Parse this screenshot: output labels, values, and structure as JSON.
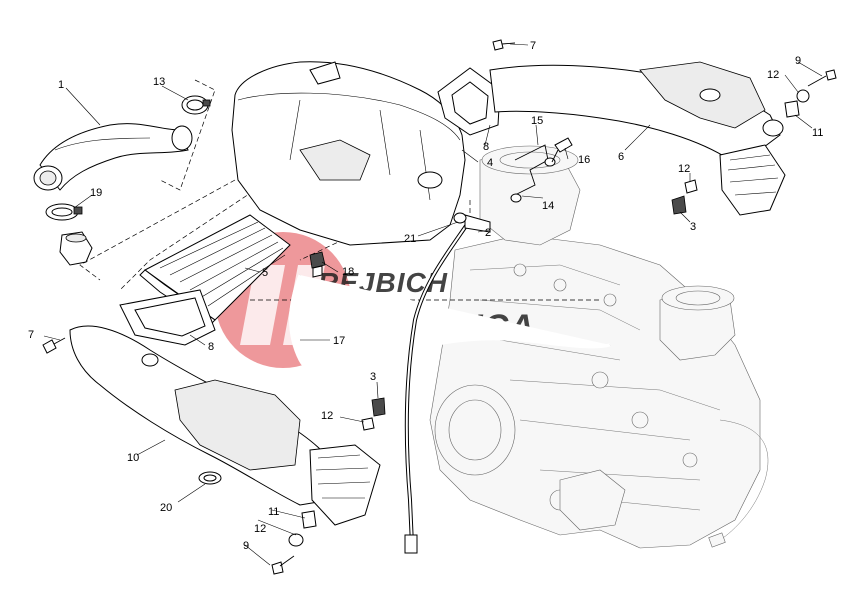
{
  "watermark": {
    "line1": "REJBICH",
    "line2": "MECCANICA",
    "color_red": "#e8767a",
    "color_dark": "#1c1c1c"
  },
  "callouts": [
    {
      "id": "c1",
      "label": "1"
    },
    {
      "id": "c2",
      "label": "2"
    },
    {
      "id": "c3a",
      "label": "3"
    },
    {
      "id": "c3b",
      "label": "3"
    },
    {
      "id": "c4",
      "label": "4"
    },
    {
      "id": "c5",
      "label": "5"
    },
    {
      "id": "c6",
      "label": "6"
    },
    {
      "id": "c7a",
      "label": "7"
    },
    {
      "id": "c7b",
      "label": "7"
    },
    {
      "id": "c8a",
      "label": "8"
    },
    {
      "id": "c8b",
      "label": "8"
    },
    {
      "id": "c9a",
      "label": "9"
    },
    {
      "id": "c9b",
      "label": "9"
    },
    {
      "id": "c10",
      "label": "10"
    },
    {
      "id": "c11a",
      "label": "11"
    },
    {
      "id": "c11b",
      "label": "11"
    },
    {
      "id": "c12a",
      "label": "12"
    },
    {
      "id": "c12b",
      "label": "12"
    },
    {
      "id": "c12c",
      "label": "12"
    },
    {
      "id": "c12d",
      "label": "12"
    },
    {
      "id": "c13",
      "label": "13"
    },
    {
      "id": "c14",
      "label": "14"
    },
    {
      "id": "c15",
      "label": "15"
    },
    {
      "id": "c16",
      "label": "16"
    },
    {
      "id": "c17",
      "label": "17"
    },
    {
      "id": "c18",
      "label": "18"
    },
    {
      "id": "c19",
      "label": "19"
    },
    {
      "id": "c20",
      "label": "20"
    },
    {
      "id": "c21",
      "label": "21"
    }
  ]
}
